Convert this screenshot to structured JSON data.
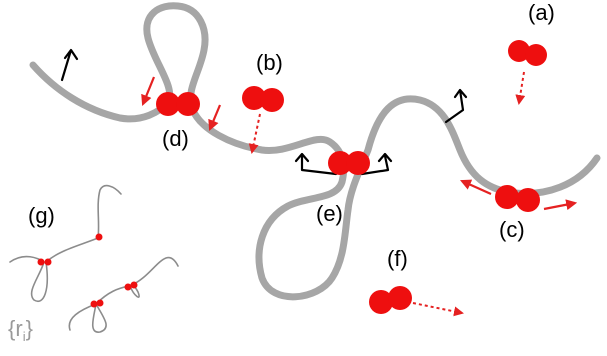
{
  "labels": {
    "a": "(a)",
    "b": "(b)",
    "c": "(c)",
    "d": "(d)",
    "e": "(e)",
    "f": "(f)",
    "g": "(g)"
  },
  "inset_symbol": {
    "open": "{r",
    "sub": "i",
    "close": "}"
  },
  "colors": {
    "polymer": "#a6a6a6",
    "cohesin": "#ee0f0f",
    "arrow_red": "#e52121",
    "arrow_black": "#000000",
    "inset_polymer": "#8c8c8c",
    "inset_label": "#9a9a9a"
  }
}
